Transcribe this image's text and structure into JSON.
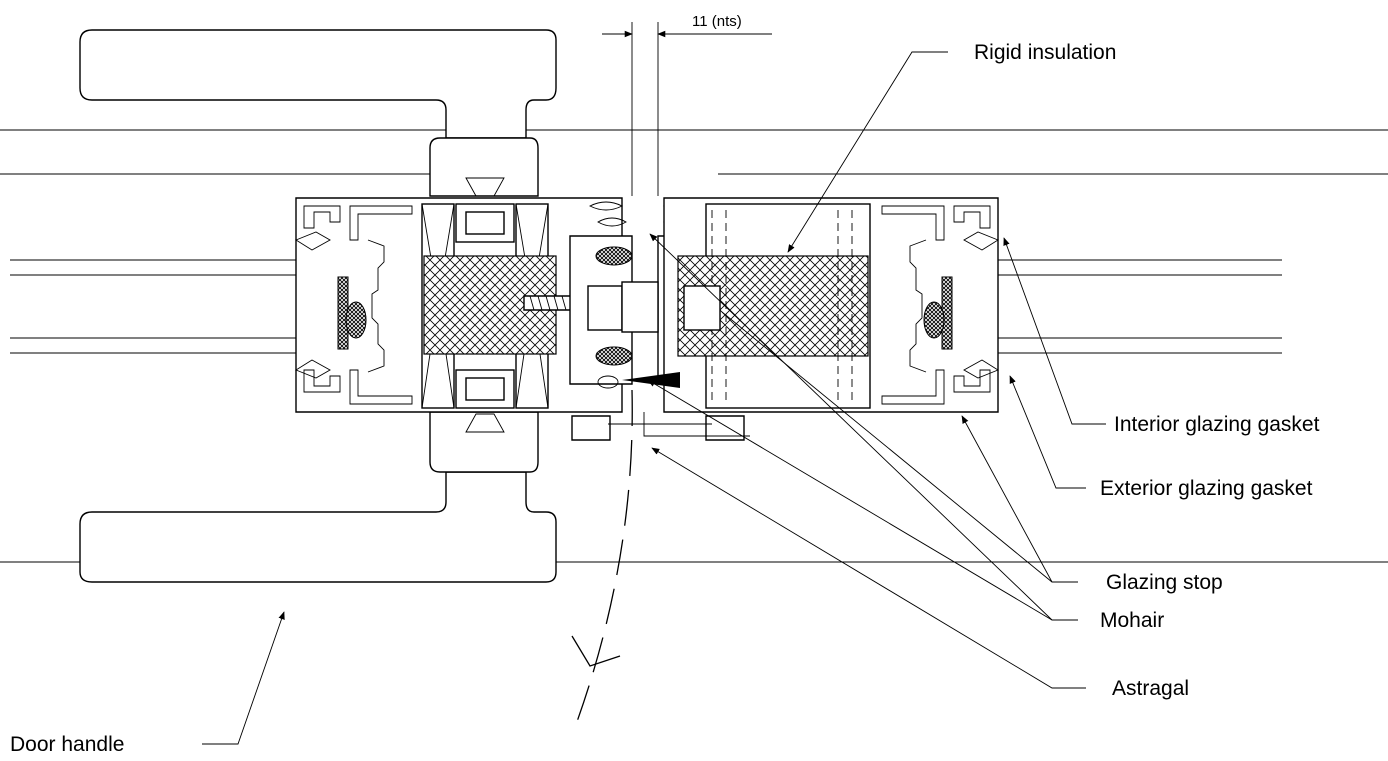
{
  "labels": {
    "dimension": "11 (nts)",
    "rigid_insulation": "Rigid insulation",
    "interior_glazing_gasket": "Interior glazing gasket",
    "exterior_glazing_gasket": "Exterior glazing gasket",
    "glazing_stop": "Glazing stop",
    "mohair": "Mohair",
    "astragal": "Astragal",
    "door_handle": "Door handle"
  }
}
